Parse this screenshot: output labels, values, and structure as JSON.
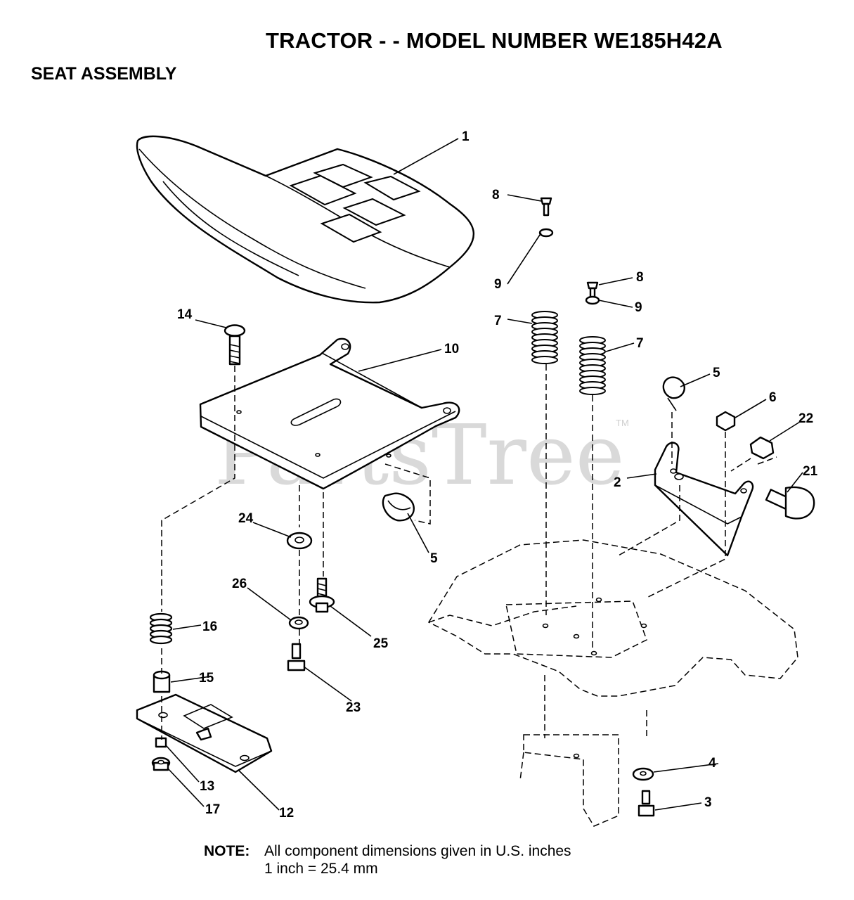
{
  "header": {
    "title": "TRACTOR - - MODEL NUMBER WE185H42A",
    "subtitle": "SEAT ASSEMBLY"
  },
  "watermark": {
    "brand": "PartsTree",
    "trademark": "TM"
  },
  "callouts": [
    {
      "id": "c1",
      "label": "1"
    },
    {
      "id": "c2",
      "label": "2"
    },
    {
      "id": "c3",
      "label": "3"
    },
    {
      "id": "c4",
      "label": "4"
    },
    {
      "id": "c5a",
      "label": "5"
    },
    {
      "id": "c5b",
      "label": "5"
    },
    {
      "id": "c6",
      "label": "6"
    },
    {
      "id": "c7a",
      "label": "7"
    },
    {
      "id": "c7b",
      "label": "7"
    },
    {
      "id": "c8a",
      "label": "8"
    },
    {
      "id": "c8b",
      "label": "8"
    },
    {
      "id": "c9a",
      "label": "9"
    },
    {
      "id": "c9b",
      "label": "9"
    },
    {
      "id": "c10",
      "label": "10"
    },
    {
      "id": "c12",
      "label": "12"
    },
    {
      "id": "c13",
      "label": "13"
    },
    {
      "id": "c14",
      "label": "14"
    },
    {
      "id": "c15",
      "label": "15"
    },
    {
      "id": "c16",
      "label": "16"
    },
    {
      "id": "c17",
      "label": "17"
    },
    {
      "id": "c21",
      "label": "21"
    },
    {
      "id": "c22",
      "label": "22"
    },
    {
      "id": "c23",
      "label": "23"
    },
    {
      "id": "c24",
      "label": "24"
    },
    {
      "id": "c25",
      "label": "25"
    },
    {
      "id": "c26",
      "label": "26"
    }
  ],
  "note": {
    "label": "NOTE:",
    "line1": "All component dimensions given in U.S. inches",
    "line2": "1 inch = 25.4 mm"
  }
}
